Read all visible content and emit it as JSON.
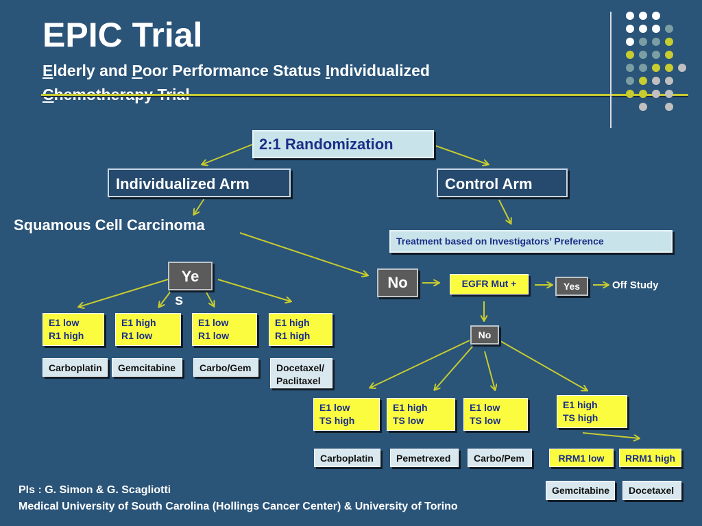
{
  "title": "EPIC Trial",
  "subtitle": {
    "line1_parts": [
      "E",
      "lderly and ",
      "P",
      "oor Performance Status ",
      "I",
      "ndividualized"
    ],
    "line2_parts": [
      "C",
      "hemotherapy Trial"
    ]
  },
  "flow": {
    "randomization": "2:1 Randomization",
    "individualized_arm": "Individualized Arm",
    "control_arm": "Control Arm",
    "squamous": "Squamous Cell Carcinoma",
    "treatment_control": "Treatment based on Investigators’ Preference",
    "squamous_yes_line1": "Ye",
    "squamous_yes_line2": "s",
    "squamous_no": "No",
    "egfr": "EGFR Mut +",
    "egfr_yes": "Yes",
    "off_study": "Off Study",
    "egfr_no": "No",
    "squamous_groups": [
      {
        "line1": "E1 low",
        "line2": "R1 high",
        "drug_line1": "Carboplatin",
        "drug_line2": ""
      },
      {
        "line1": "E1 high",
        "line2": "R1 low",
        "drug_line1": "Gemcitabine",
        "drug_line2": ""
      },
      {
        "line1": "E1 low",
        "line2": "R1 low",
        "drug_line1": "Carbo/Gem",
        "drug_line2": ""
      },
      {
        "line1": "E1 high",
        "line2": "R1 high",
        "drug_line1": "Docetaxel/",
        "drug_line2": "Paclitaxel"
      }
    ],
    "non_squamous_groups": [
      {
        "line1": "E1 low",
        "line2": "TS high",
        "drug": "Carboplatin"
      },
      {
        "line1": "E1 high",
        "line2": "TS low",
        "drug": "Pemetrexed"
      },
      {
        "line1": "E1 low",
        "line2": "TS low",
        "drug": "Carbo/Pem"
      },
      {
        "line1": "E1 high",
        "line2": "TS high"
      }
    ],
    "rrm1": [
      {
        "label": "RRM1 low",
        "drug": "Gemcitabine"
      },
      {
        "label": "RRM1 high",
        "drug": "Docetaxel"
      }
    ]
  },
  "footer": {
    "line1": "PIs : G. Simon & G. Scagliotti",
    "line2": "Medical University of South Carolina (Hollings Cancer Center) & University of Torino"
  },
  "colors": {
    "background": "#2a5478",
    "accent_line": "#c8cc30",
    "arrow": "#c8cc30",
    "yellow_box": "#fbfb3f",
    "light_box": "#c9e3ea",
    "dot_white": "#ffffff",
    "dot_teal": "#7a9ea3",
    "dot_yellow": "#c8cc30",
    "dot_gray": "#c0c0c0"
  }
}
